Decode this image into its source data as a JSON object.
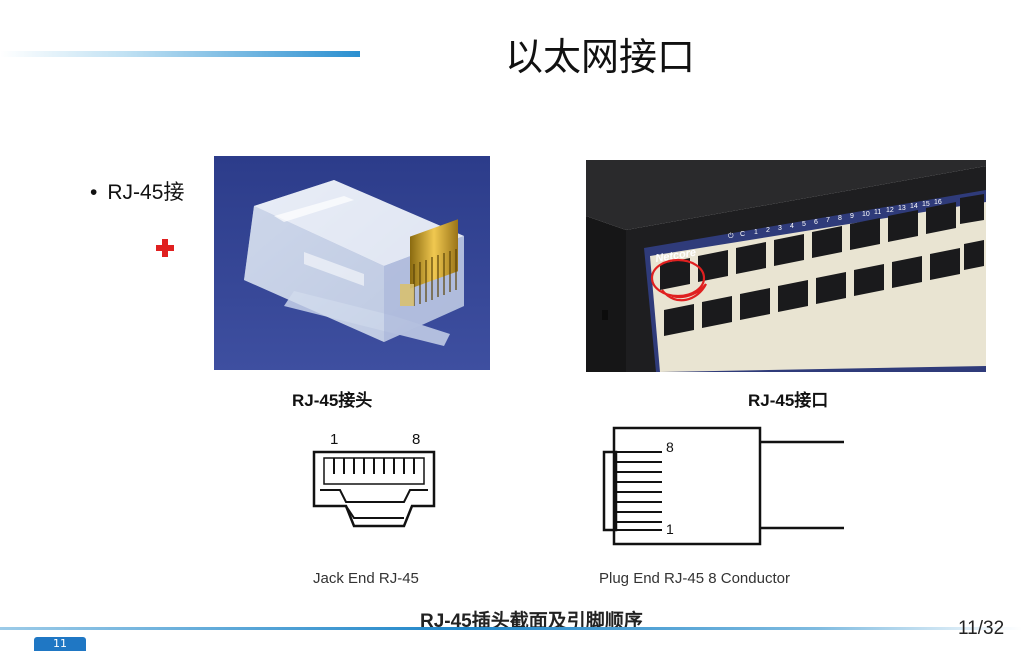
{
  "slide": {
    "title": "以太网接口",
    "bullet": "RJ-45接",
    "caption_plug": "RJ-45接头",
    "caption_port": "RJ-45接口",
    "jack_pin_first": "1",
    "jack_pin_last": "8",
    "jack_label": "Jack End RJ-45",
    "plug_pin_top": "8",
    "plug_pin_bottom": "1",
    "plug_label": "Plug End RJ-45  8 Conductor",
    "section_caption": "RJ-45插头截面及引脚顺序",
    "page_number": "11/32",
    "tab_number": "11",
    "switch_brand": "Netcore",
    "switch_led_marks": [
      "⏻",
      "C",
      "1",
      "2",
      "3",
      "4",
      "5",
      "6",
      "7",
      "8",
      "9",
      "10",
      "11",
      "12",
      "13",
      "14",
      "15",
      "16"
    ]
  },
  "colors": {
    "accent_blue": "#1f86c9",
    "annotation_red": "#e02020",
    "photo_blue_background": "#2f3f8c",
    "switch_body": "#1e1e20"
  }
}
